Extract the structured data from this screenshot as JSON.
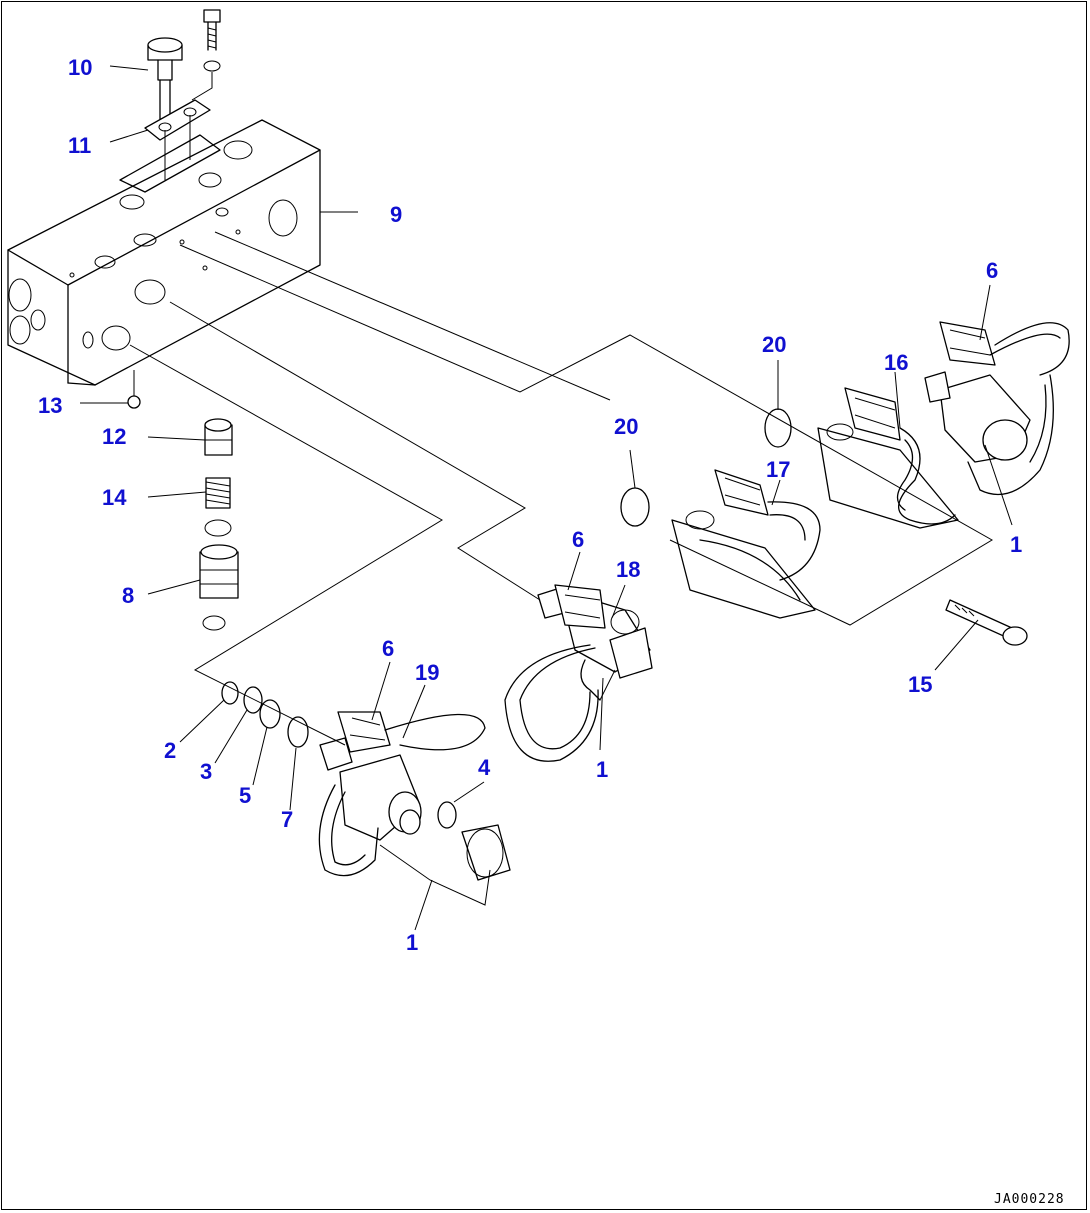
{
  "drawing_code": "JA000228",
  "callouts": {
    "c1a": "1",
    "c1b": "1",
    "c1c": "1",
    "c2": "2",
    "c3": "3",
    "c4": "4",
    "c5": "5",
    "c6a": "6",
    "c6b": "6",
    "c6c": "6",
    "c7": "7",
    "c8": "8",
    "c9": "9",
    "c10": "10",
    "c11": "11",
    "c12": "12",
    "c13": "13",
    "c14": "14",
    "c15": "15",
    "c16": "16",
    "c17": "17",
    "c18": "18",
    "c19": "19",
    "c20a": "20",
    "c20b": "20"
  },
  "colors": {
    "callout": "#1010d0",
    "line": "#000000"
  }
}
